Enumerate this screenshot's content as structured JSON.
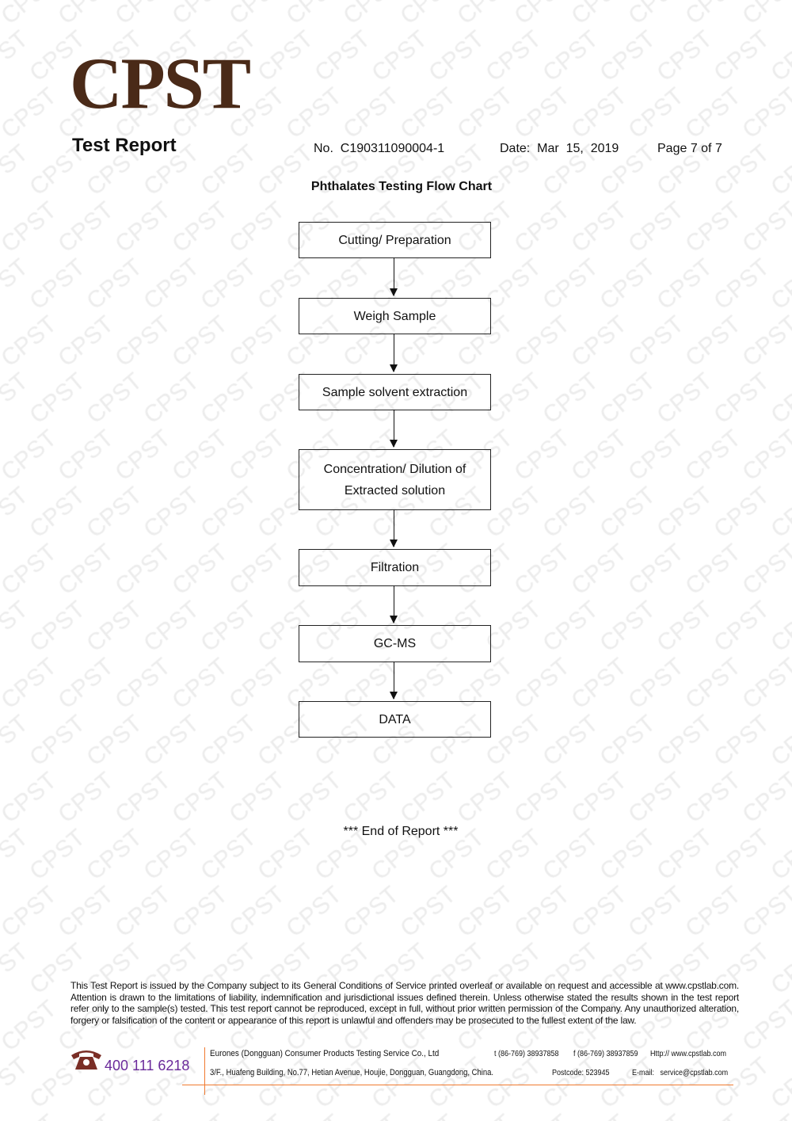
{
  "watermark": "CPST",
  "header": {
    "logo": "CPST",
    "title": "Test Report",
    "report_no": "No.  C190311090004-1",
    "date": "Date:  Mar  15,  2019",
    "page": "Page 7 of 7"
  },
  "flow_chart": {
    "title": "Phthalates Testing Flow Chart",
    "steps": [
      "Cutting/ Preparation",
      "Weigh Sample",
      "Sample solvent extraction",
      "Concentration/ Dilution of\nExtracted solution",
      "Filtration",
      "GC-MS",
      "DATA"
    ]
  },
  "end_text": "*** End of Report ***",
  "footer": {
    "disclaimer": "This Test Report is issued by the Company subject to its General Conditions of Service printed overleaf or available on request and accessible at www.cpstlab.com. Attention is drawn to the limitations of liability, indemnification and jurisdictional issues defined therein. Unless otherwise stated the results shown in the test report refer only to the sample(s) tested. This test report cannot be reproduced, except in full, without prior written permission of the Company. Any unauthorized alteration, forgery or falsification of the content or appearance of this report is unlawful and offenders may be prosecuted to the fullest extent of the law.",
    "hotline": "400 111 6218",
    "company": "Eurones (Dongguan) Consumer Products Testing Service Co., Ltd",
    "tel": "t (86-769) 38937858",
    "fax": "f (86-769) 38937859",
    "web": "Http:// www.cpstlab.com",
    "address": "3/F., Huafeng Building, No.77, Hetian Avenue, Houjie, Dongguan, Guangdong, China.",
    "postcode": "Postcode: 523945",
    "email": "E-mail:   service@cpstlab.com",
    "colors": {
      "logo": "#4a2a18",
      "hotline": "#6a2a9a",
      "rule": "#f07a30"
    }
  }
}
